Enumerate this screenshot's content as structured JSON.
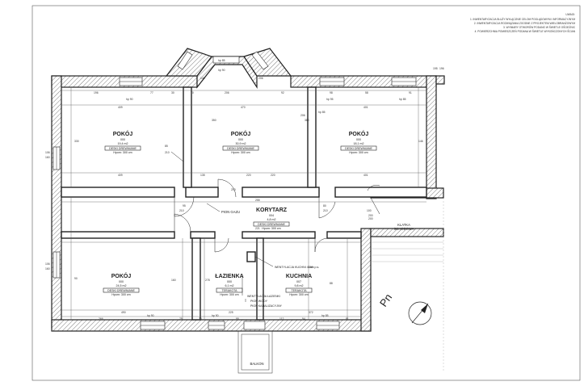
{
  "notes": {
    "heading": "UWAGI:",
    "lines": [
      "1. INWENTARYZACJA SŁUŻY WYŁĄCZNIE CELOM POGLĄDOWYM I INFORMACYJNYM",
      "2. INWENTARYZACJA ROZWIĄZANIA ZGODNE Z PROJEKTEM WIELOBRANŻOWYM",
      "3. WYMIARY OTWORÓW PODANO W ŚWIETLE OŚCIEŻNIC",
      "4. POWIERZCHNIA POMIESZCZEŃ PODANA W ŚWIETLE WYKOŃCZONYCH ŚCIAN"
    ]
  },
  "rooms": [
    {
      "id": "r1",
      "name": "POKÓJ",
      "number": "000",
      "area": "19,4 m2",
      "floor": "DESKI DREWNIANE",
      "height": "Hpom: 300 cm"
    },
    {
      "id": "r2",
      "name": "POKÓJ",
      "number": "000",
      "area": "30,9 m2",
      "floor": "DESKI DREWNIANE",
      "height": "Hpom: 300 cm"
    },
    {
      "id": "r3",
      "name": "POKÓJ",
      "number": "000",
      "area": "18,1 m2",
      "floor": "DESKI DREWNIANE",
      "height": "Hpom: 300 cm"
    },
    {
      "id": "r4",
      "name": "KORYTARZ",
      "number": "004",
      "area": "4,8 m2",
      "floor": "DESKI DREWNIANE",
      "height": "Hpom: 300 cm"
    },
    {
      "id": "r5",
      "name": "POKÓJ",
      "number": "000",
      "area": "24,5 m2",
      "floor": "DESKI DREWNIANE",
      "height": "Hpom: 300 cm"
    },
    {
      "id": "r6",
      "name": "ŁAZIENKA",
      "number": "000",
      "area": "6,1 m2",
      "floor": "TERAKOTA",
      "height": "Hpom: 300 cm"
    },
    {
      "id": "r7",
      "name": "KUCHNIA",
      "number": "007",
      "area": "9,8 m2",
      "floor": "TERAKOTA",
      "height": "Hpom: 300 cm"
    }
  ],
  "labels": {
    "pion_gazu": "PION GAZU",
    "klatka": "KLATKA",
    "schodowa": "SCHODOWA",
    "wentylacja_kuchni": "WENTYLACJA KUCHNI 40cm p.s.",
    "wentylacja_lazienki": "WENTYLACJA ŁAZIENKI",
    "pion_wody": "PION WODY",
    "pion_kanalizacyjny": "PION KANALIZACYJNY",
    "balkon": "BALKON",
    "north": "Pn"
  },
  "dimensions": {
    "top_row": [
      "196",
      "77",
      "30",
      "70",
      "206",
      "92",
      "98",
      "58",
      "91"
    ],
    "top_room": [
      "409",
      "470",
      "401"
    ],
    "room_bottom": [
      "409",
      "220",
      "401"
    ],
    "corr_row": [
      "135",
      "220"
    ],
    "corridor": [
      "255",
      "221"
    ],
    "bottom_room": [
      "490",
      "225",
      "372"
    ],
    "bottom_row": [
      "266",
      "75",
      "30",
      "95",
      "112",
      "94",
      "81"
    ],
    "hp_top": [
      "hp 90",
      "hp 95",
      "hp 85",
      "hp 85"
    ],
    "hp_bottom": [
      "hp 90",
      "hp 90",
      "hp 85"
    ],
    "left": [
      "106",
      "160",
      "106",
      "160"
    ],
    "right": [
      "195",
      "196"
    ],
    "bay": [
      "hp 85",
      "hp 90",
      "146",
      "206"
    ],
    "misc": [
      "350",
      "380",
      "210",
      "85",
      "210",
      "200",
      "206",
      "95",
      "210",
      "80",
      "210",
      "278",
      "160",
      "150",
      "88",
      "100",
      "200",
      "330",
      "146",
      "90"
    ]
  }
}
